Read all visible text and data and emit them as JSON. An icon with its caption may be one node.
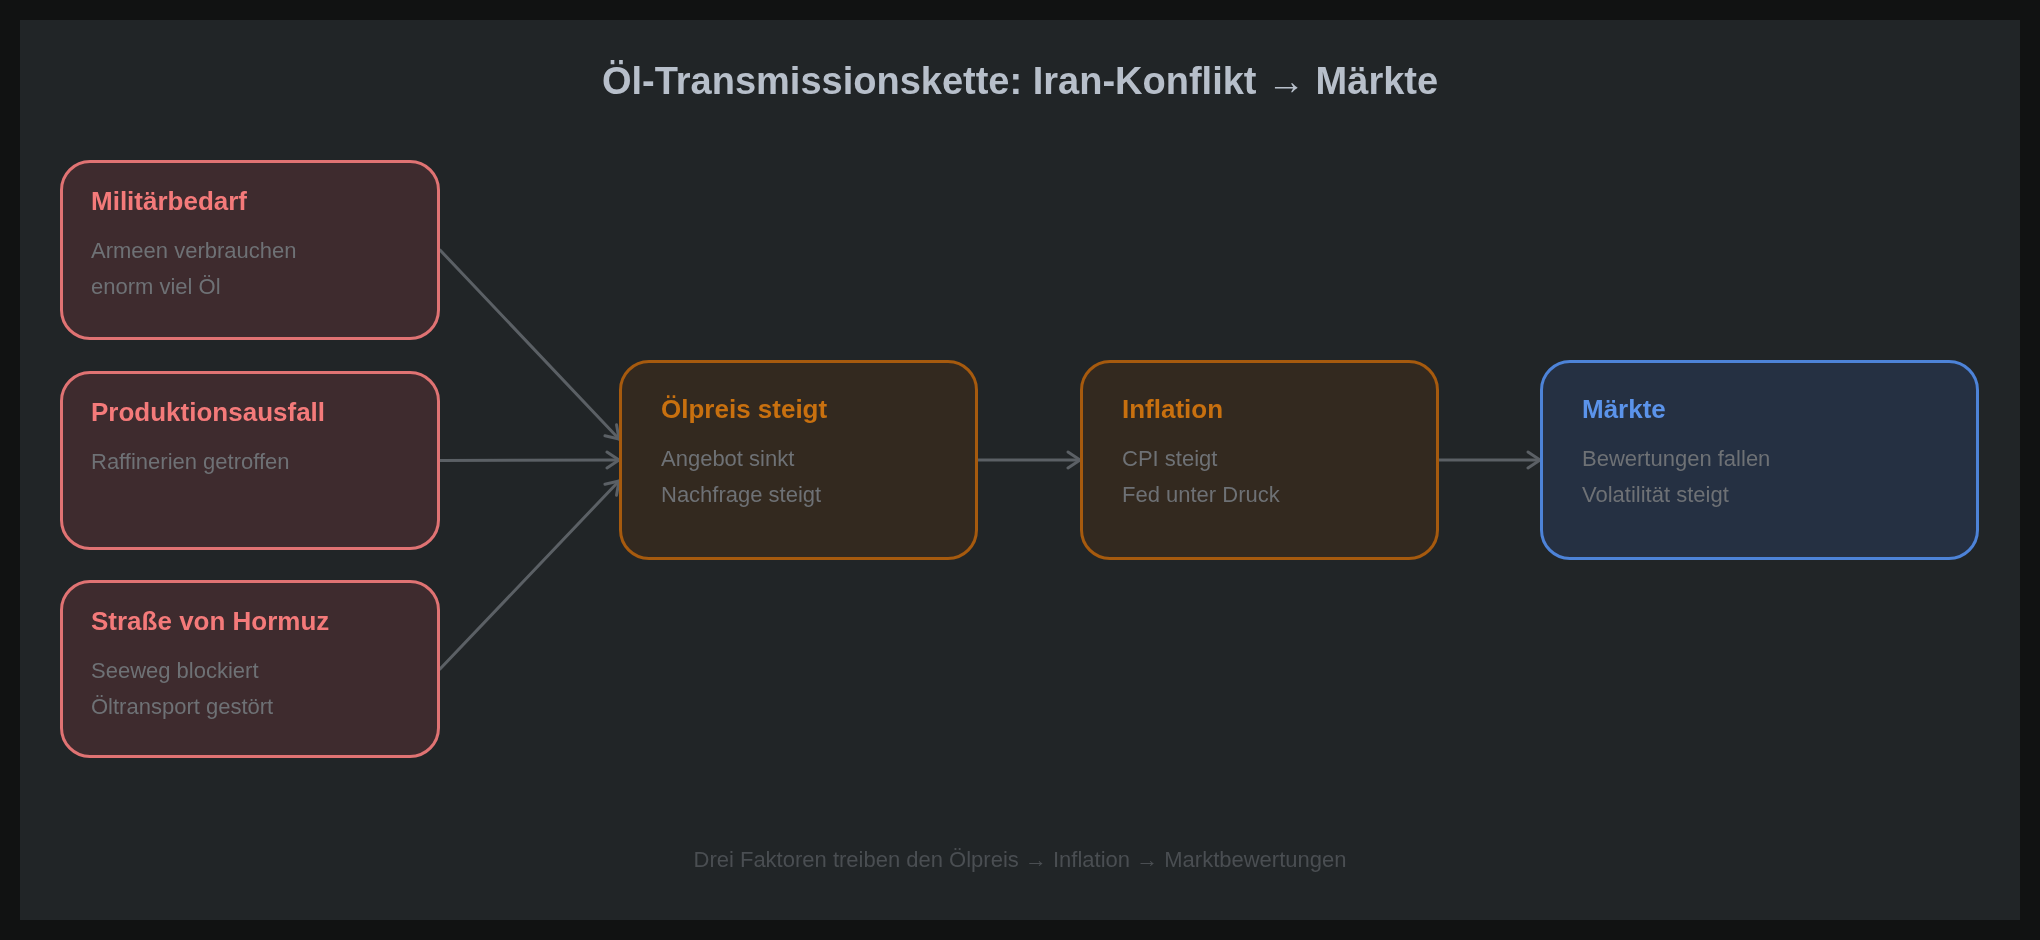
{
  "diagram": {
    "title": "Öl-Transmissionskette: Iran-Konflikt → Märkte",
    "caption": "Drei Faktoren treiben den Ölpreis → Inflation → Marktbewertungen",
    "nodes": [
      {
        "text": [
          "Militärbedarf",
          "Armeen verbrauchen enorm viel Öl"
        ]
      },
      {
        "text": [
          "Produktionsausfall",
          "Raffinerien getroffen"
        ]
      },
      {
        "text": [
          "Straße von Hormuz",
          "Seeweg blockiert",
          "Öltransport gestört"
        ]
      },
      {
        "text": [
          "Ölpreis steigt",
          "Angebot sinkt",
          "Nachfrage steigt"
        ]
      },
      {
        "text": [
          "Inflation",
          "CPI steigt",
          "Fed unter Druck"
        ]
      },
      {
        "text": [
          "Märkte",
          "Bewertungen fallen",
          "Volatilität steigt"
        ]
      }
    ],
    "edges": [
      {
        "from": 0,
        "to": 3,
        "arrow": "to"
      },
      {
        "from": 1,
        "to": 3,
        "arrow": "to"
      },
      {
        "from": 2,
        "to": 3,
        "arrow": "to"
      },
      {
        "from": 3,
        "to": 4,
        "arrow": "to"
      },
      {
        "from": 4,
        "to": 5,
        "arrow": "to"
      }
    ]
  }
}
